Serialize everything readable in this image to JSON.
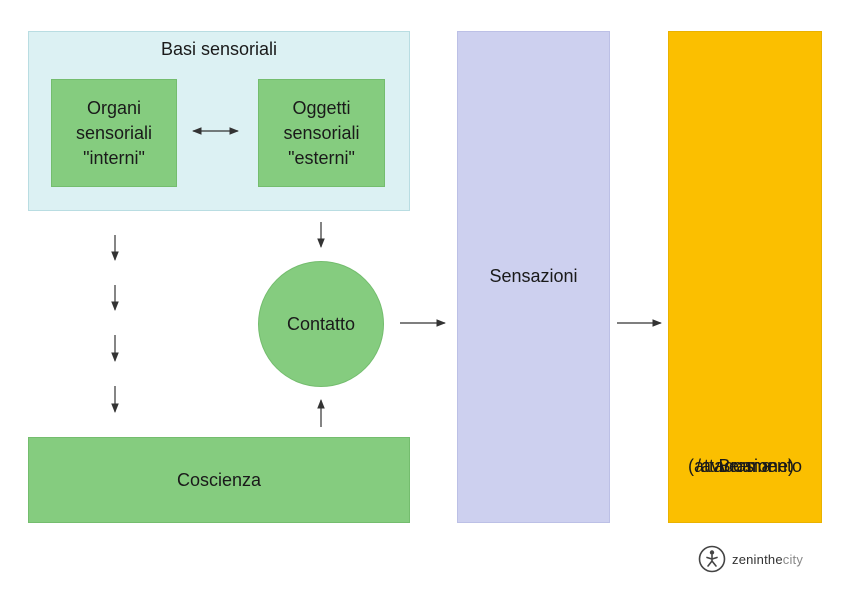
{
  "diagram": {
    "basi_sensoriali": {
      "title": "Basi sensoriali"
    },
    "organi": {
      "lines": [
        "Organi",
        "sensoriali",
        "\"interni\""
      ]
    },
    "oggetti": {
      "lines": [
        "Oggetti",
        "sensoriali",
        "\"esterni\""
      ]
    },
    "contatto": {
      "label": "Contatto"
    },
    "coscienza": {
      "label": "Coscienza"
    },
    "sensazioni": {
      "label": "Sensazioni"
    },
    "brama": {
      "lines": [
        "Brama",
        "(attaccamento",
        "/avversione)"
      ]
    }
  },
  "logo": {
    "part1": "zenin",
    "part2": "the",
    "part3": "city",
    "icon": "meditating-figure-icon"
  },
  "colors": {
    "green": "#85cc7f",
    "light_blue": "#dcf1f3",
    "lavender": "#cdd0ef",
    "amber": "#fbbf00"
  }
}
